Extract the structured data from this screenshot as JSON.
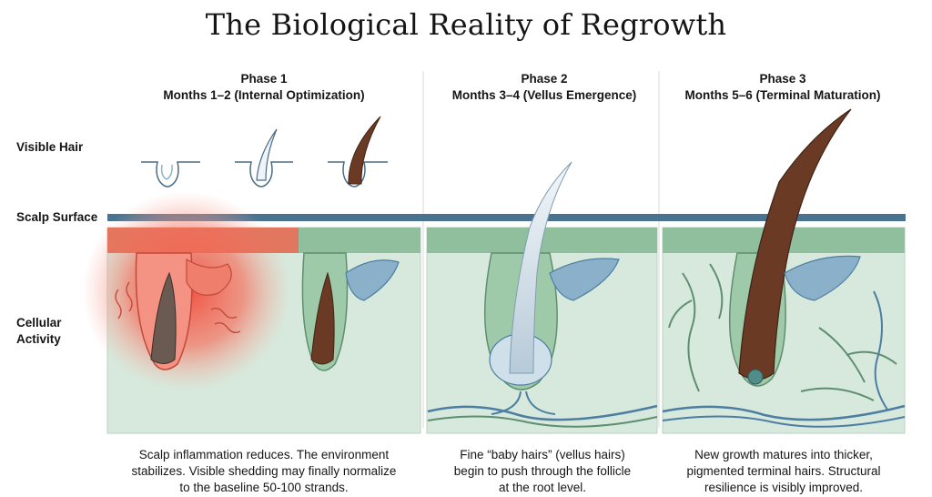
{
  "title": "The Biological Reality of Regrowth",
  "row_labels": {
    "visible_hair": "Visible Hair",
    "scalp_surface": "Scalp Surface",
    "cellular_activity_1": "Cellular",
    "cellular_activity_2": "Activity"
  },
  "phases": [
    {
      "name": "Phase 1",
      "months": "Months 1–2 (Internal Optimization)",
      "description": [
        "Scalp inflammation reduces. The environment",
        "stabilizes. Visible shedding may finally normalize",
        "to the baseline 50-100 strands."
      ]
    },
    {
      "name": "Phase 2",
      "months": "Months 3–4 (Vellus Emergence)",
      "description": [
        "Fine “baby hairs” (vellus hairs)",
        "begin to push through the follicle",
        "at the root level."
      ]
    },
    {
      "name": "Phase 3",
      "months": "Months 5–6 (Terminal Maturation)",
      "description": [
        "New growth matures into thicker,",
        "pigmented terminal hairs. Structural",
        "resilience is visibly improved."
      ]
    }
  ],
  "colors": {
    "scalp_line": "#4a7392",
    "tissue_fill": "#d6e9dc",
    "tissue_band": "#8fbf9c",
    "tissue_outline": "#5e8e6f",
    "inflammation": "#f26a5a",
    "hair_brown": "#6a3a24",
    "vellus": "#dbe6ee",
    "vessel_blue": "#4d7ea1"
  }
}
